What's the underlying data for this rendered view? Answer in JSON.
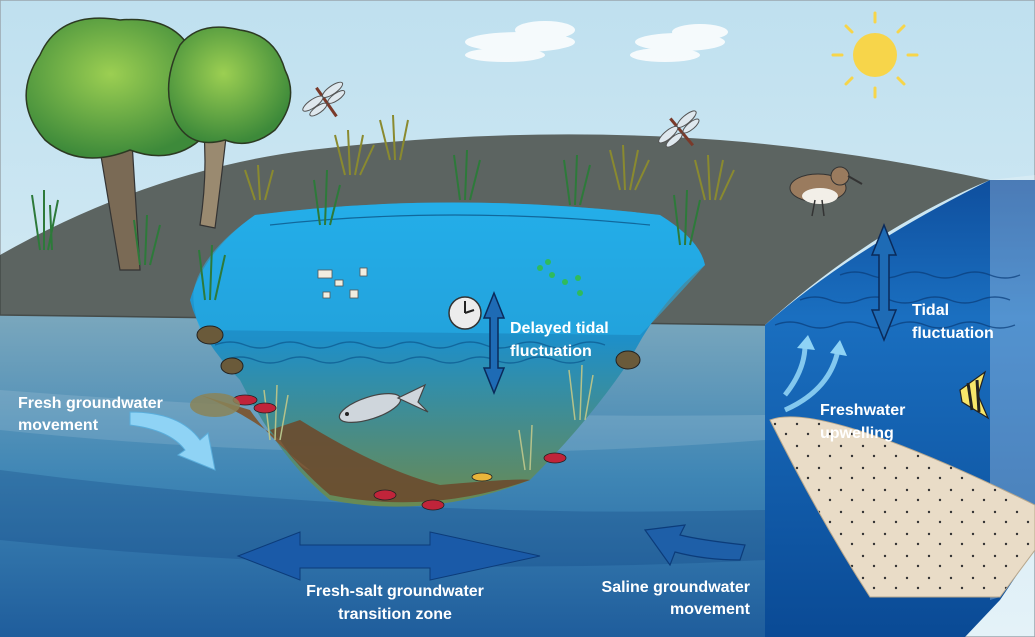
{
  "labels": {
    "delayed_tidal_1": "Delayed tidal",
    "delayed_tidal_2": "fluctuation",
    "tidal_1": "Tidal",
    "tidal_2": "fluctuation",
    "fresh_gw_1": "Fresh groundwater",
    "fresh_gw_2": "movement",
    "fw_upwelling_1": "Freshwater",
    "fw_upwelling_2": "upwelling",
    "transition_1": "Fresh-salt groundwater",
    "transition_2": "transition zone",
    "saline_gw_1": "Saline groundwater",
    "saline_gw_2": "movement"
  },
  "colors": {
    "sky": "#cfe8f3",
    "land": "#5c6461",
    "pool": "#1fa3df",
    "ocean": "#1458a8",
    "sand": "#e8dcc8",
    "sun": "#f7d54a",
    "label": "#ffffff"
  },
  "icons": [
    "tree-icon",
    "sun-icon",
    "cloud-icon",
    "dragonfly-icon",
    "bird-icon",
    "fish-icon",
    "angelfish-icon",
    "shrimp-icon",
    "clock-icon",
    "double-arrow-icon",
    "curved-arrow-icon"
  ]
}
